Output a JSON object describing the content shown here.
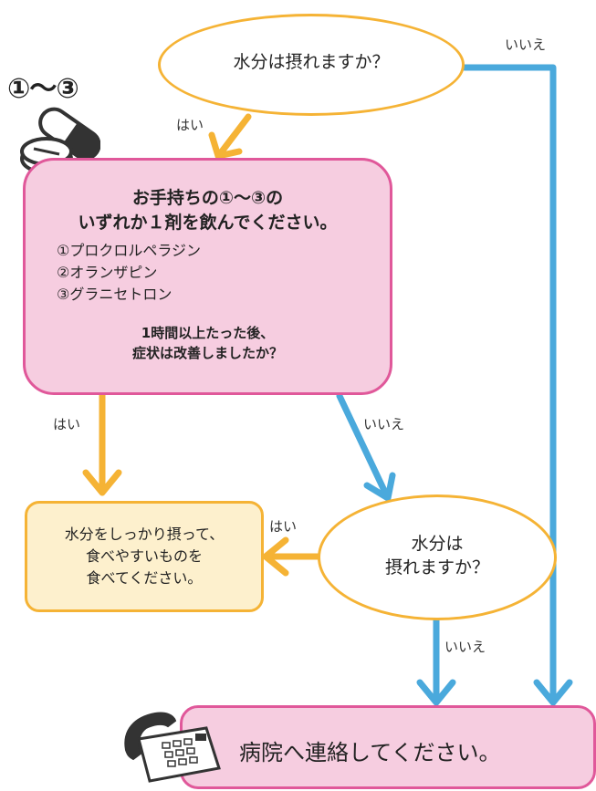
{
  "colors": {
    "orange": "#f5b335",
    "blue": "#4aa9dc",
    "pink_fill": "#f6cde0",
    "pink_stroke": "#e0589a",
    "yellow_fill": "#fdf0cd",
    "yellow_stroke": "#f5b335"
  },
  "q1": {
    "text": "水分は摂れますか？"
  },
  "meds_badge": {
    "label": "①～③",
    "icon": "pills-icon"
  },
  "main_box": {
    "title_line1": "お手持ちの①～③の",
    "title_line2": "いずれか１剤を飲んでください。",
    "drugs": [
      "①プロクロルペラジン",
      "②オランザピン",
      "③グラニセトロン"
    ],
    "question_line1": "1時間以上たった後、",
    "question_line2": "症状は改善しましたか？"
  },
  "advice_box": {
    "line1": "水分をしっかり摂って、",
    "line2": "食べやすいものを",
    "line3": "食べてください。"
  },
  "q2": {
    "line1": "水分は",
    "line2": "摂れますか？"
  },
  "hospital_box": {
    "text": "病院へ連絡してください。",
    "icon": "telephone-icon"
  },
  "labels": {
    "yes_q1": "はい",
    "no_q1": "いいえ",
    "yes_main": "はい",
    "no_main": "いいえ",
    "yes_q2": "はい",
    "no_q2": "いいえ"
  }
}
